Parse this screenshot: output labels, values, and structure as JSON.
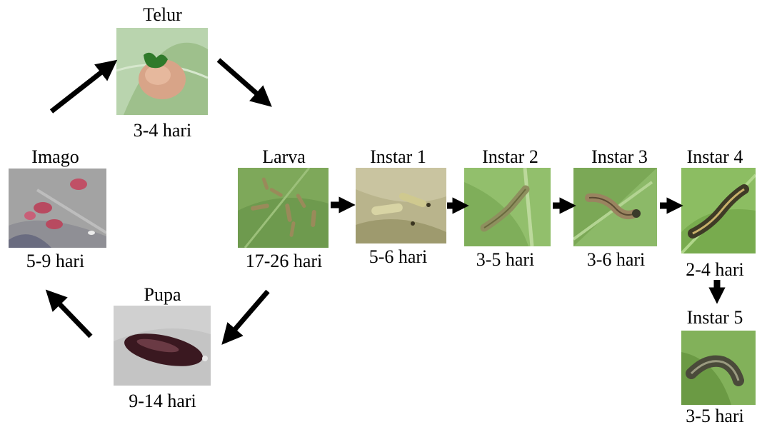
{
  "stages": {
    "telur": {
      "name": "Telur",
      "duration": "3-4 hari"
    },
    "imago": {
      "name": "Imago",
      "duration": "5-9 hari"
    },
    "larva": {
      "name": "Larva",
      "duration": "17-26 hari"
    },
    "pupa": {
      "name": "Pupa",
      "duration": "9-14 hari"
    },
    "instar1": {
      "name": "Instar 1",
      "duration": "5-6 hari"
    },
    "instar2": {
      "name": "Instar 2",
      "duration": "3-5 hari"
    },
    "instar3": {
      "name": "Instar 3",
      "duration": "3-6 hari"
    },
    "instar4": {
      "name": "Instar 4",
      "duration": "2-4 hari"
    },
    "instar5": {
      "name": "Instar 5",
      "duration": "3-5 hari"
    }
  },
  "colors": {
    "arrow": "#000000",
    "leaf": "#5f9440",
    "leaf_light": "#8fbf6a"
  }
}
